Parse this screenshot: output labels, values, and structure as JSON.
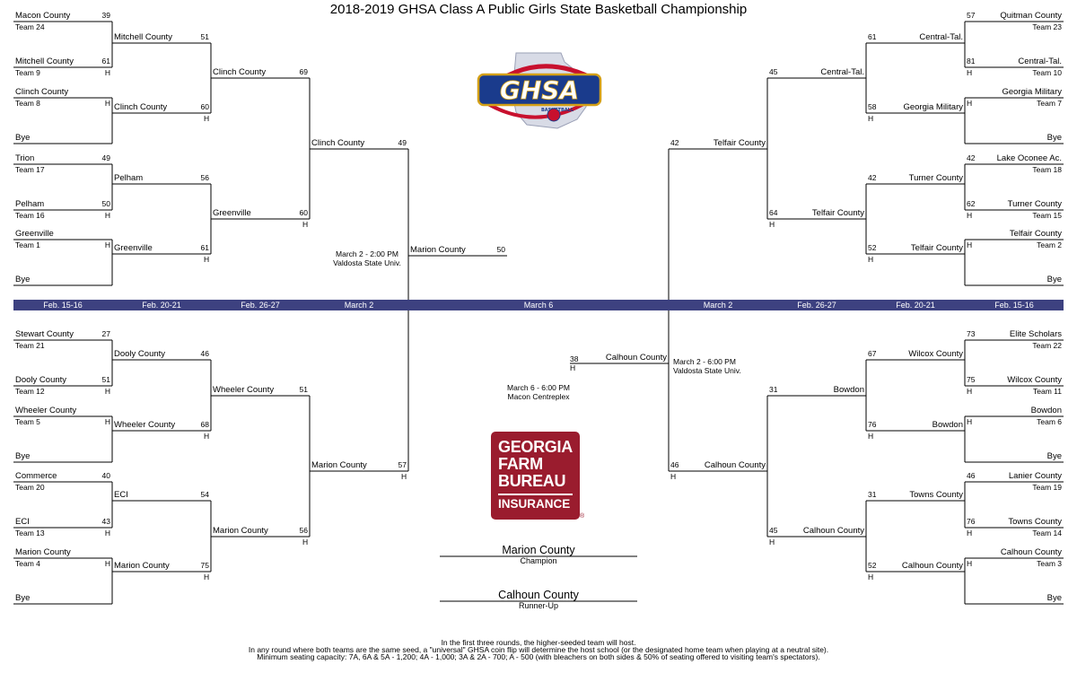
{
  "title": "2018-2019 GHSA Class A Public Girls State Basketball Championship",
  "home_marker": "H",
  "rounds": {
    "left": [
      "Feb. 15-16",
      "Feb. 20-21",
      "Feb. 26-27",
      "March 2"
    ],
    "center": "March 6",
    "right": [
      "March 2",
      "Feb. 26-27",
      "Feb. 20-21",
      "Feb. 15-16"
    ]
  },
  "games": {
    "semi_left": {
      "date": "March 2 - 2:00 PM",
      "venue": "Valdosta State Univ."
    },
    "semi_right": {
      "date": "March 2 - 6:00 PM",
      "venue": "Valdosta State Univ."
    },
    "final": {
      "date": "March 6 - 6:00 PM",
      "venue": "Macon Centreplex"
    }
  },
  "bracket": {
    "left": {
      "r1": [
        {
          "name": "Macon County",
          "seed": "Team 24",
          "score": "39"
        },
        {
          "name": "Mitchell County",
          "seed": "Team 9",
          "score": "61",
          "home": true
        },
        {
          "name": "Clinch County",
          "seed": "Team 8",
          "score": "",
          "home": true
        },
        {
          "name": "Bye",
          "seed": "",
          "score": ""
        },
        {
          "name": "Trion",
          "seed": "Team 17",
          "score": "49"
        },
        {
          "name": "Pelham",
          "seed": "Team 16",
          "score": "50",
          "home": true
        },
        {
          "name": "Greenville",
          "seed": "Team 1",
          "score": "",
          "home": true
        },
        {
          "name": "Bye",
          "seed": "",
          "score": ""
        },
        {
          "name": "Stewart County",
          "seed": "Team 21",
          "score": "27"
        },
        {
          "name": "Dooly County",
          "seed": "Team 12",
          "score": "51",
          "home": true
        },
        {
          "name": "Wheeler County",
          "seed": "Team 5",
          "score": "",
          "home": true
        },
        {
          "name": "Bye",
          "seed": "",
          "score": ""
        },
        {
          "name": "Commerce",
          "seed": "Team 20",
          "score": "40"
        },
        {
          "name": "ECI",
          "seed": "Team 13",
          "score": "43",
          "home": true
        },
        {
          "name": "Marion County",
          "seed": "Team 4",
          "score": "",
          "home": true
        },
        {
          "name": "Bye",
          "seed": "",
          "score": ""
        }
      ],
      "r2": [
        {
          "name": "Mitchell County",
          "score": "51"
        },
        {
          "name": "Clinch County",
          "score": "60",
          "home": true
        },
        {
          "name": "Pelham",
          "score": "56"
        },
        {
          "name": "Greenville",
          "score": "61",
          "home": true
        },
        {
          "name": "Dooly County",
          "score": "46"
        },
        {
          "name": "Wheeler County",
          "score": "68",
          "home": true
        },
        {
          "name": "ECI",
          "score": "54"
        },
        {
          "name": "Marion County",
          "score": "75",
          "home": true
        }
      ],
      "r3": [
        {
          "name": "Clinch County",
          "score": "69"
        },
        {
          "name": "Greenville",
          "score": "60",
          "home": true
        },
        {
          "name": "Wheeler County",
          "score": "51"
        },
        {
          "name": "Marion County",
          "score": "56",
          "home": true
        }
      ],
      "r4": [
        {
          "name": "Clinch County",
          "score": "49"
        },
        {
          "name": "Marion County",
          "score": "57",
          "home": true
        }
      ],
      "final": {
        "name": "Marion County",
        "score": "50"
      }
    },
    "right": {
      "r1": [
        {
          "name": "Quitman County",
          "seed": "Team 23",
          "score": "57"
        },
        {
          "name": "Central-Tal.",
          "seed": "Team 10",
          "score": "81",
          "home": true
        },
        {
          "name": "Georgia Military",
          "seed": "Team 7",
          "score": "",
          "home": true
        },
        {
          "name": "Bye",
          "seed": "",
          "score": ""
        },
        {
          "name": "Lake Oconee Ac.",
          "seed": "Team 18",
          "score": "42"
        },
        {
          "name": "Turner County",
          "seed": "Team 15",
          "score": "62",
          "home": true
        },
        {
          "name": "Telfair County",
          "seed": "Team 2",
          "score": "",
          "home": true
        },
        {
          "name": "Bye",
          "seed": "",
          "score": ""
        },
        {
          "name": "Elite Scholars",
          "seed": "Team 22",
          "score": "73"
        },
        {
          "name": "Wilcox County",
          "seed": "Team 11",
          "score": "75",
          "home": true
        },
        {
          "name": "Bowdon",
          "seed": "Team 6",
          "score": "",
          "home": true
        },
        {
          "name": "Bye",
          "seed": "",
          "score": ""
        },
        {
          "name": "Lanier County",
          "seed": "Team 19",
          "score": "46"
        },
        {
          "name": "Towns County",
          "seed": "Team 14",
          "score": "76",
          "home": true
        },
        {
          "name": "Calhoun County",
          "seed": "Team 3",
          "score": "",
          "home": true
        },
        {
          "name": "Bye",
          "seed": "",
          "score": ""
        }
      ],
      "r2": [
        {
          "name": "Central-Tal.",
          "score": "61"
        },
        {
          "name": "Georgia Military",
          "score": "58",
          "home": true
        },
        {
          "name": "Turner County",
          "score": "42"
        },
        {
          "name": "Telfair County",
          "score": "52",
          "home": true
        },
        {
          "name": "Wilcox County",
          "score": "67"
        },
        {
          "name": "Bowdon",
          "score": "76",
          "home": true
        },
        {
          "name": "Towns County",
          "score": "31"
        },
        {
          "name": "Calhoun County",
          "score": "52",
          "home": true
        }
      ],
      "r3": [
        {
          "name": "Central-Tal.",
          "score": "45"
        },
        {
          "name": "Telfair County",
          "score": "64",
          "home": true
        },
        {
          "name": "Bowdon",
          "score": "31"
        },
        {
          "name": "Calhoun County",
          "score": "45",
          "home": true
        }
      ],
      "r4": [
        {
          "name": "Telfair County",
          "score": "42"
        },
        {
          "name": "Calhoun County",
          "score": "46",
          "home": true
        }
      ],
      "final": {
        "name": "Calhoun County",
        "score": "38",
        "home": true
      }
    }
  },
  "champion": {
    "name": "Marion County",
    "label": "Champion"
  },
  "runner_up": {
    "name": "Calhoun County",
    "label": "Runner-Up"
  },
  "logos": {
    "ghsa": {
      "text": "GHSA",
      "subtext": "BASKETBALL"
    },
    "sponsor": {
      "lines": [
        "GEORGIA",
        "FARM",
        "BUREAU"
      ],
      "sub": "INSURANCE",
      "mark": "®"
    }
  },
  "footer": [
    "In the first three rounds, the higher-seeded team will host.",
    "In any round where both teams are the same seed, a \"universal\" GHSA coin flip will determine the host school (or the designated home team when playing at a neutral site).",
    "Minimum seating capacity: 7A, 6A & 5A - 1,200; 4A - 1,000; 3A & 2A - 700; A - 500 (with bleachers on both sides & 50% of seating offered to visiting team's spectators)."
  ],
  "colors": {
    "date_bar": "#3d4180",
    "sponsor": "#9a1c2e",
    "ghsa_blue": "#1a3b8c",
    "ghsa_red": "#c8102e",
    "ghsa_gold": "#d4a017"
  }
}
